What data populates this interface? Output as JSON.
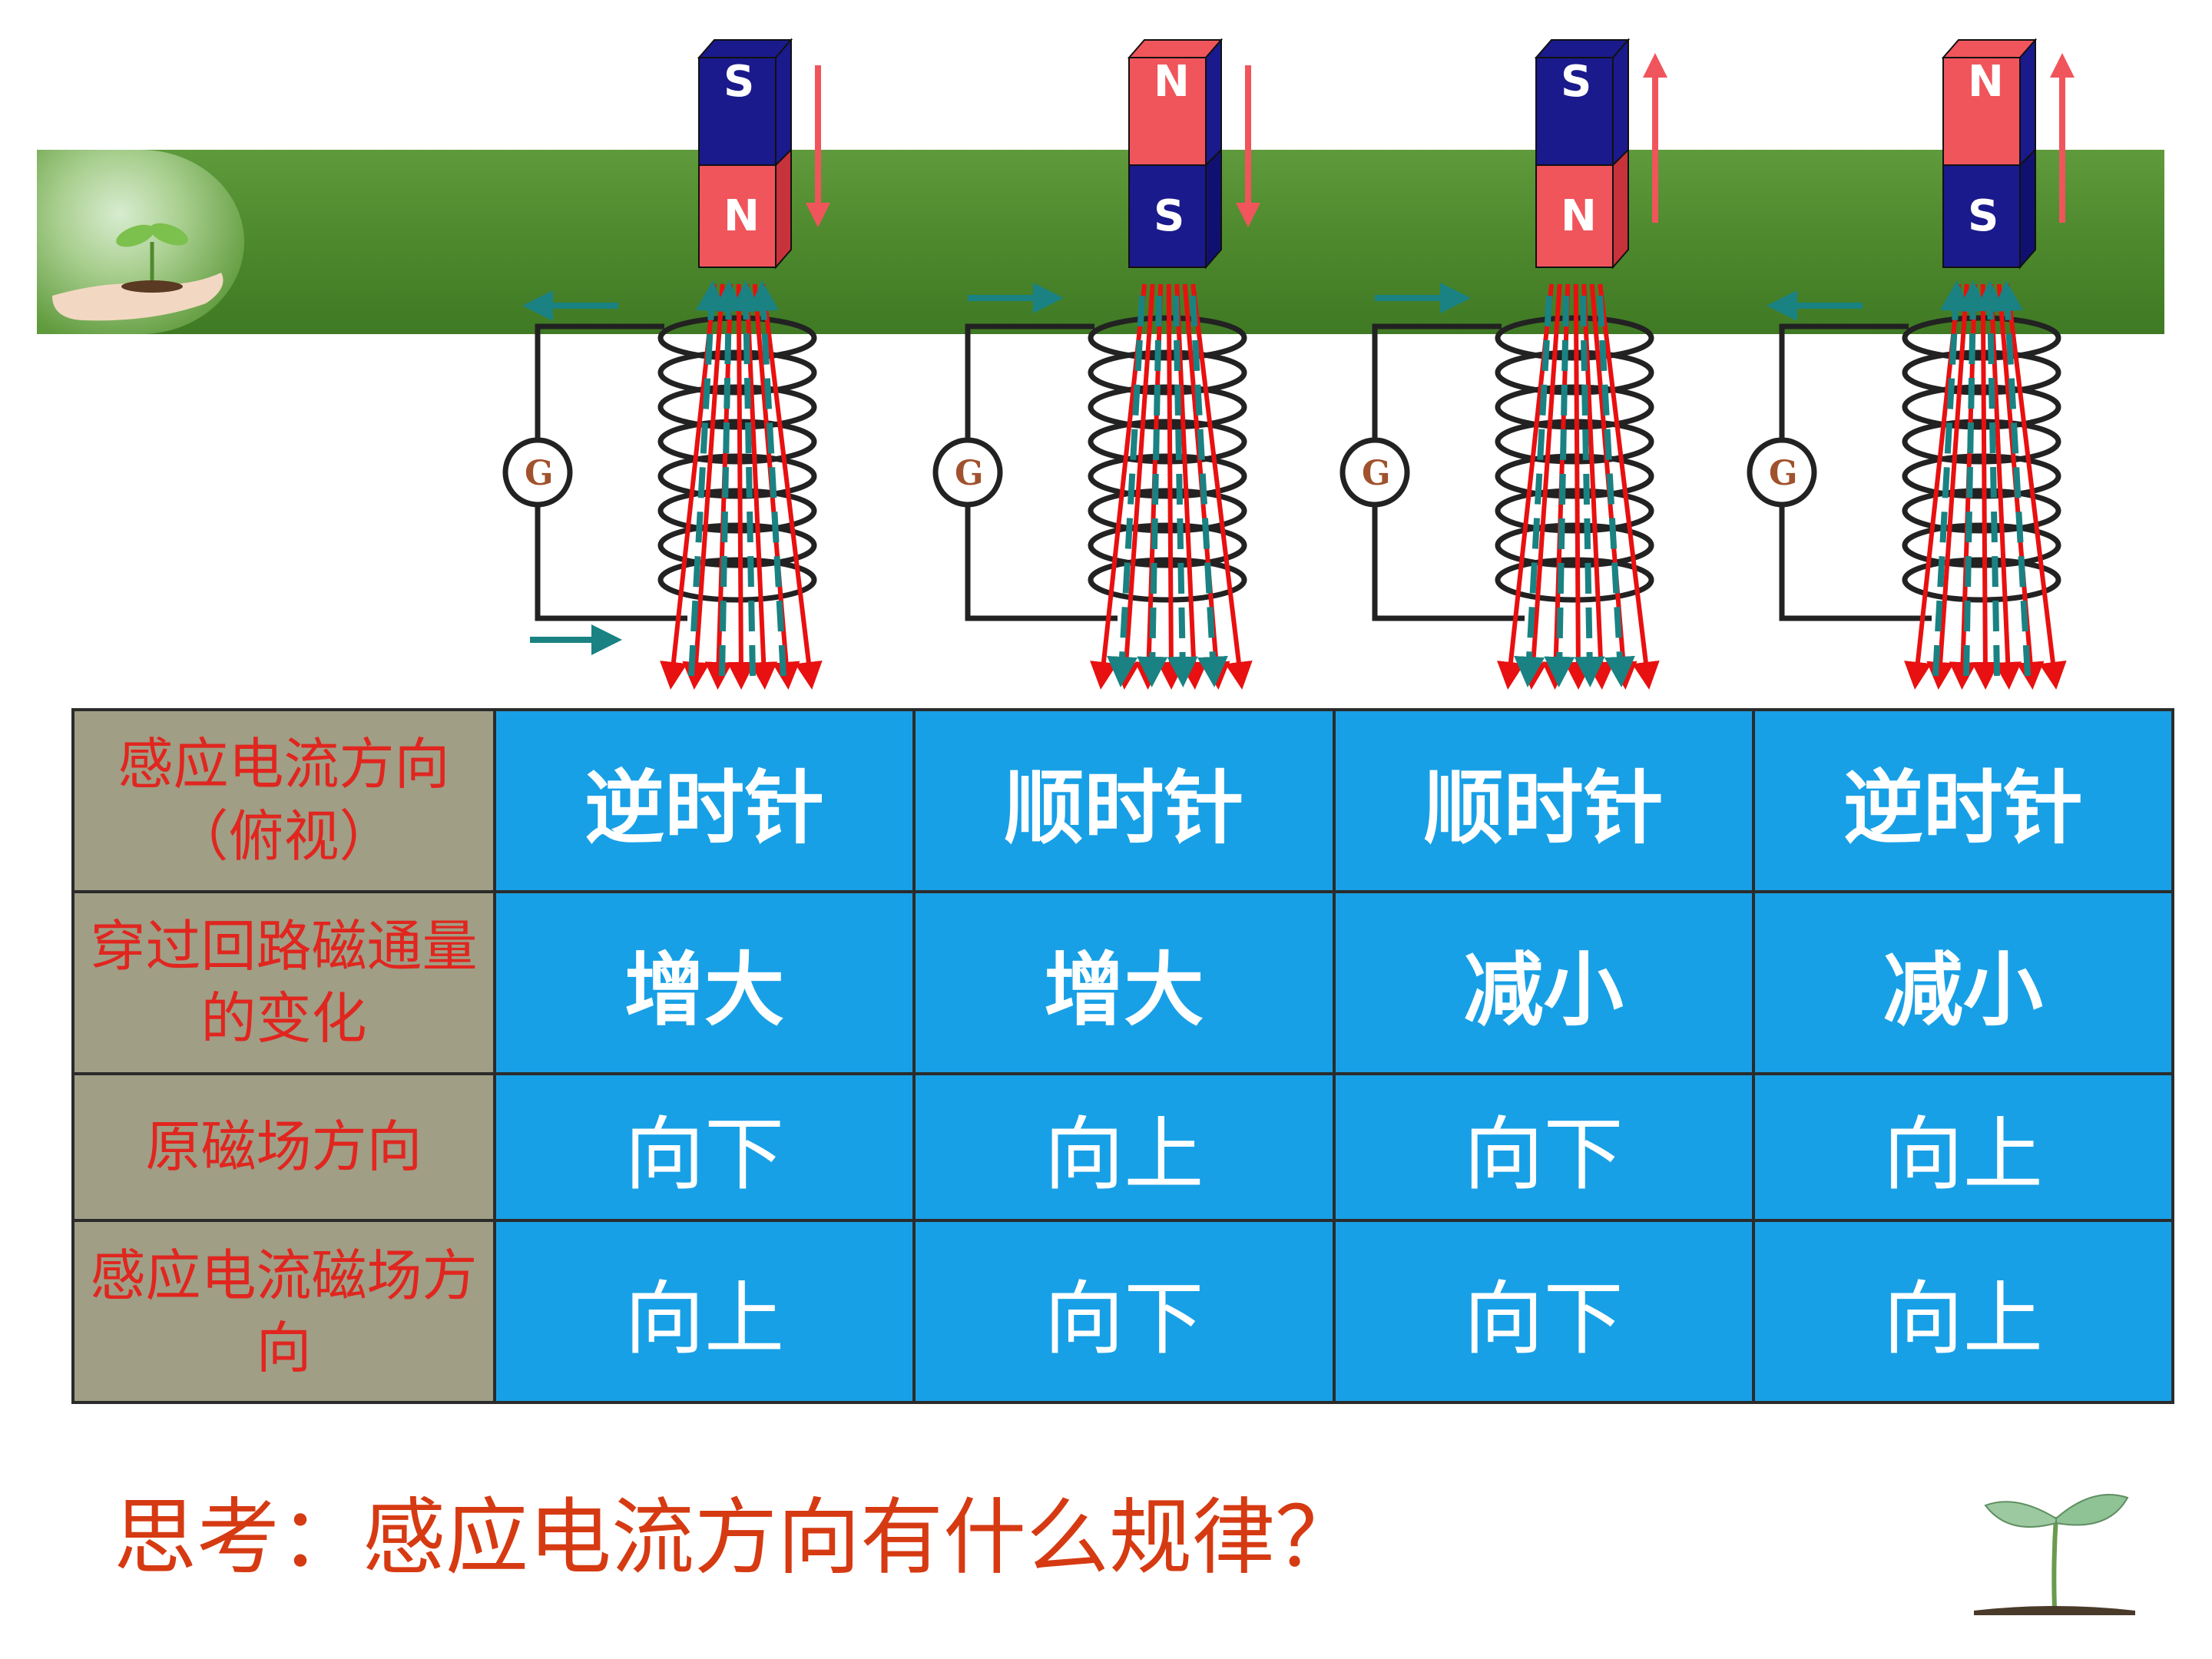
{
  "diagrams": [
    {
      "magnet_top": "S",
      "magnet_bottom": "N",
      "motion": "down",
      "galvanometer": "G"
    },
    {
      "magnet_top": "N",
      "magnet_bottom": "S",
      "motion": "down",
      "galvanometer": "G"
    },
    {
      "magnet_top": "S",
      "magnet_bottom": "N",
      "motion": "up",
      "galvanometer": "G"
    },
    {
      "magnet_top": "N",
      "magnet_bottom": "S",
      "motion": "up",
      "galvanometer": "G"
    }
  ],
  "table": {
    "rows": [
      {
        "header": "感应电流方向（俯视）",
        "values": [
          "逆时针",
          "顺时针",
          "顺时针",
          "逆时针"
        ]
      },
      {
        "header": "穿过回路磁通量的变化",
        "values": [
          "增大",
          "增大",
          "减小",
          "减小"
        ]
      },
      {
        "header": "原磁场方向",
        "values": [
          "向下",
          "向上",
          "向下",
          "向上"
        ]
      },
      {
        "header": "感应电流磁场方向",
        "values": [
          "向上",
          "向下",
          "向下",
          "向上"
        ]
      }
    ]
  },
  "question": "思考：感应电流方向有什么规律？",
  "colors": {
    "north_pole": "#f0555c",
    "south_pole": "#1a1a8c",
    "field_line": "#e81010",
    "induced_field": "#1a8282",
    "table_value_bg": "#18a0e6",
    "table_header_bg": "#a09e85",
    "header_text": "#e0261f",
    "banner": "#4f8a2e"
  }
}
